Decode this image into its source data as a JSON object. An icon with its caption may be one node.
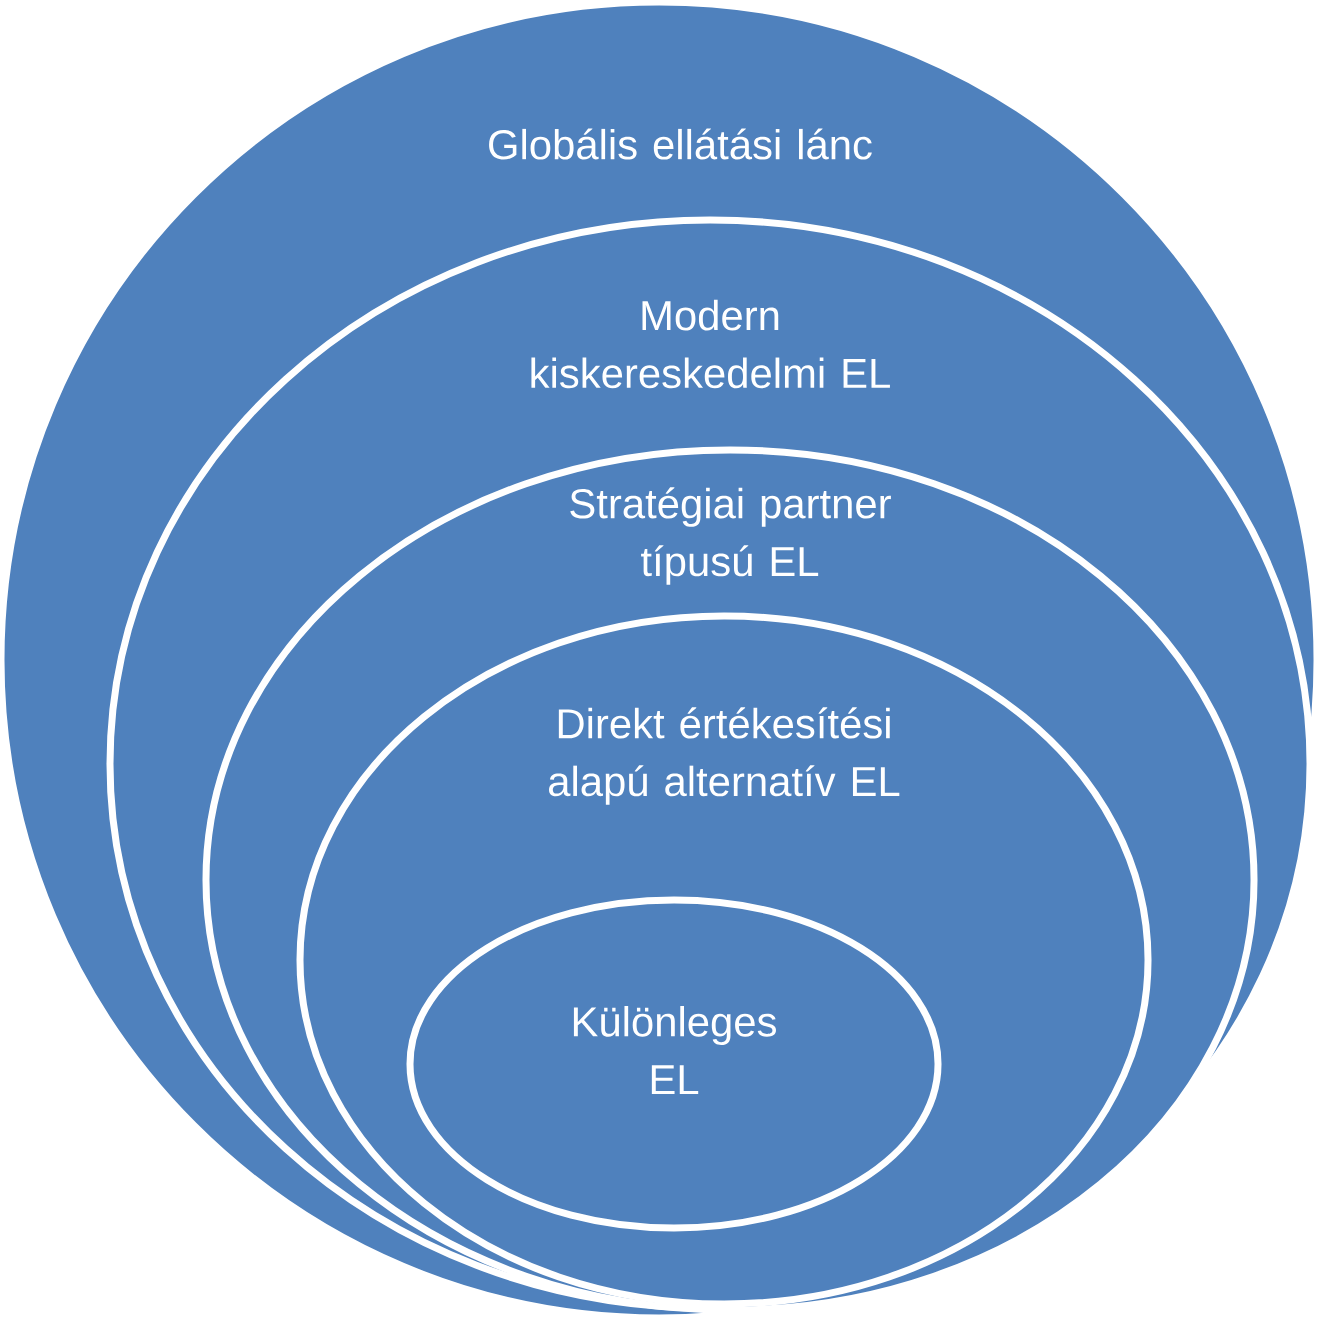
{
  "diagram": {
    "nodes": [
      {
        "text": [
          "Globális ellátási lánc"
        ]
      },
      {
        "text": [
          "Modern kiskereskedelmi EL"
        ],
        "in": 0
      },
      {
        "text": [
          "Stratégiai partner típusú EL"
        ],
        "in": 1
      },
      {
        "text": [
          "Direkt értékesítési alapú alternatív EL"
        ],
        "in": 2
      },
      {
        "text": [
          "Különleges EL"
        ],
        "in": 3
      }
    ]
  }
}
